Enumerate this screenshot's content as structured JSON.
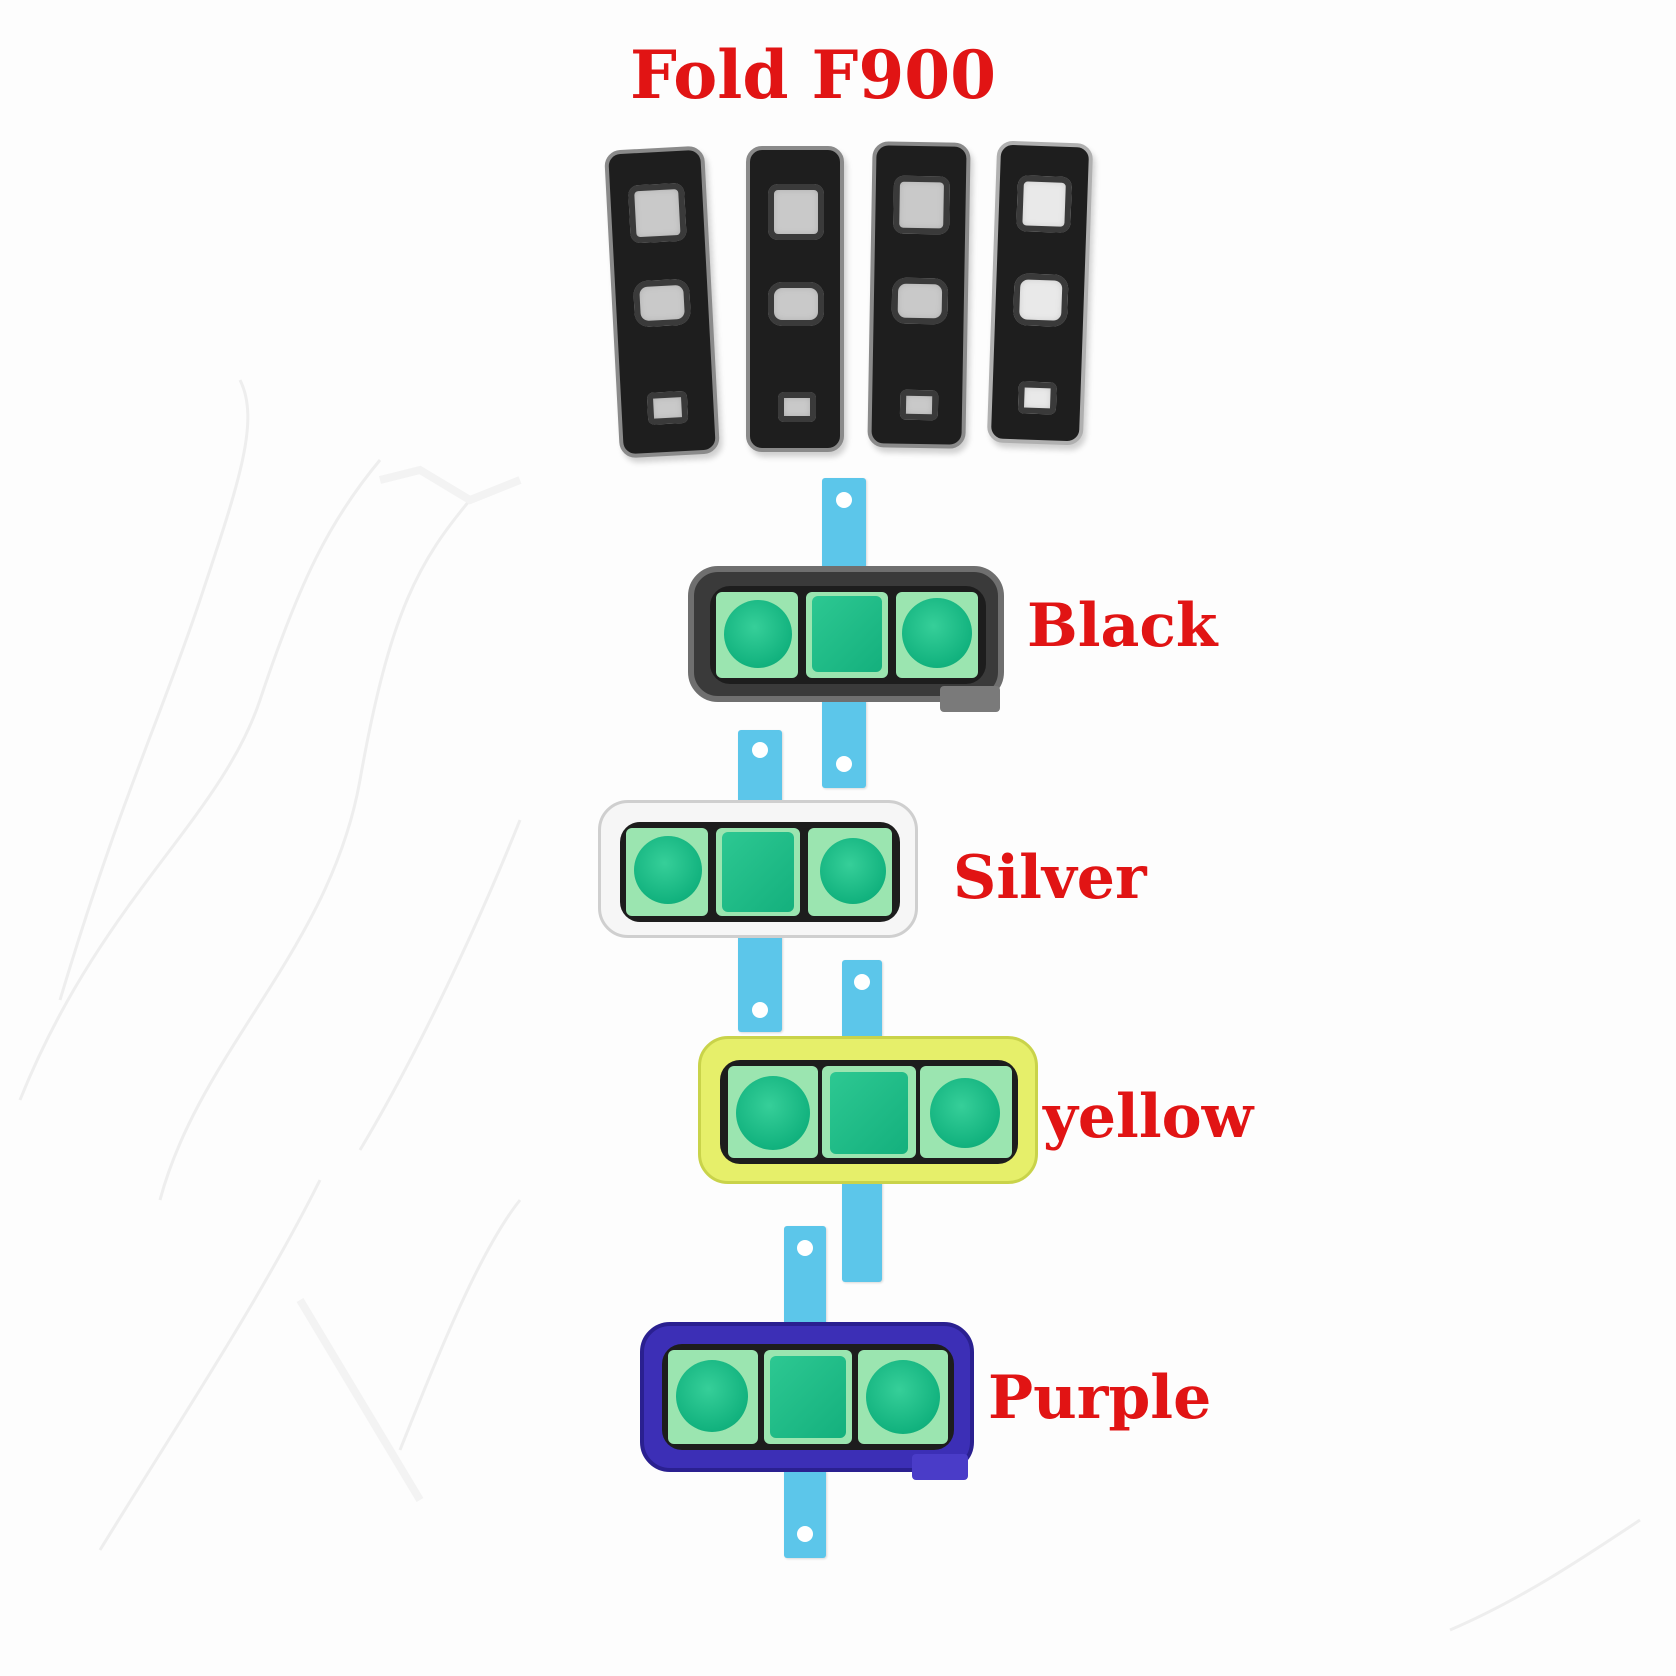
{
  "title": "Fold F900",
  "labels": {
    "black": "Black",
    "silver": "Silver",
    "yellow": "yellow",
    "purple": "Purple"
  },
  "colors": {
    "label_red": "#e11414",
    "frame_black": "#2b2b2b",
    "frame_silver": "#f2f2f2",
    "frame_yellow": "#e6ef6a",
    "frame_purple": "#3c2fb6",
    "lens_green": "#16b482",
    "film_green": "#9be5b0",
    "tab_blue": "#5cc6ea"
  },
  "icons": {
    "camera_lens_cover": "camera-lens-cover-icon"
  }
}
